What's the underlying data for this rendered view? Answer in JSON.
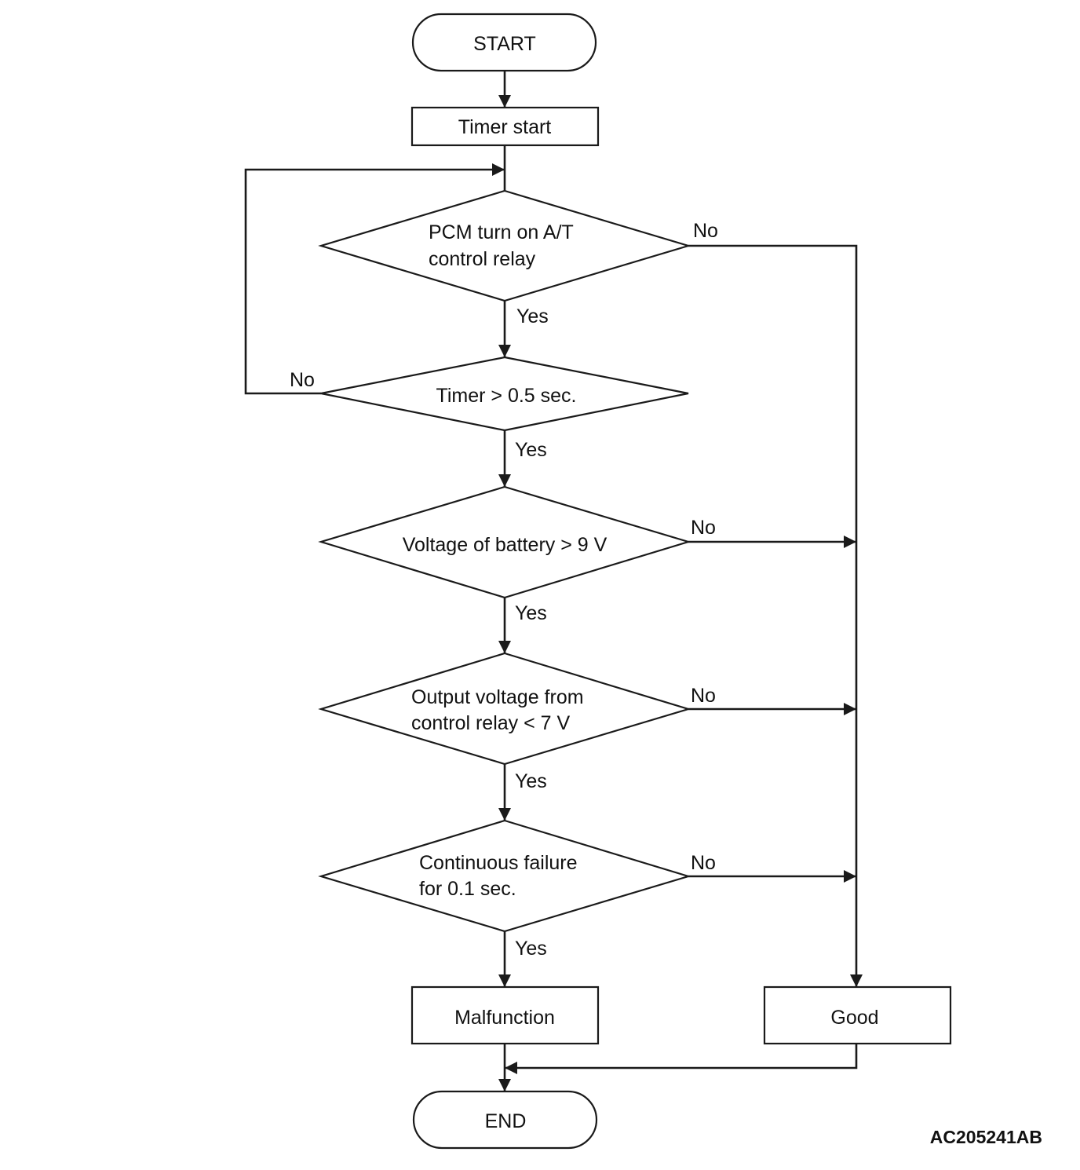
{
  "nodes": {
    "start": "START",
    "timer_start": "Timer start",
    "d1_line1": "PCM turn on A/T",
    "d1_line2": "control relay",
    "d2": "Timer > 0.5 sec.",
    "d3": "Voltage of battery > 9 V",
    "d4_line1": "Output voltage from",
    "d4_line2": "control relay < 7 V",
    "d5_line1": "Continuous failure",
    "d5_line2": "for 0.1 sec.",
    "malfunction": "Malfunction",
    "good": "Good",
    "end": "END"
  },
  "edges": {
    "d1_no": "No",
    "d1_yes": "Yes",
    "d2_no": "No",
    "d2_yes": "Yes",
    "d3_no": "No",
    "d3_yes": "Yes",
    "d4_no": "No",
    "d4_yes": "Yes",
    "d5_no": "No",
    "d5_yes": "Yes"
  },
  "figure_id": "AC205241AB"
}
